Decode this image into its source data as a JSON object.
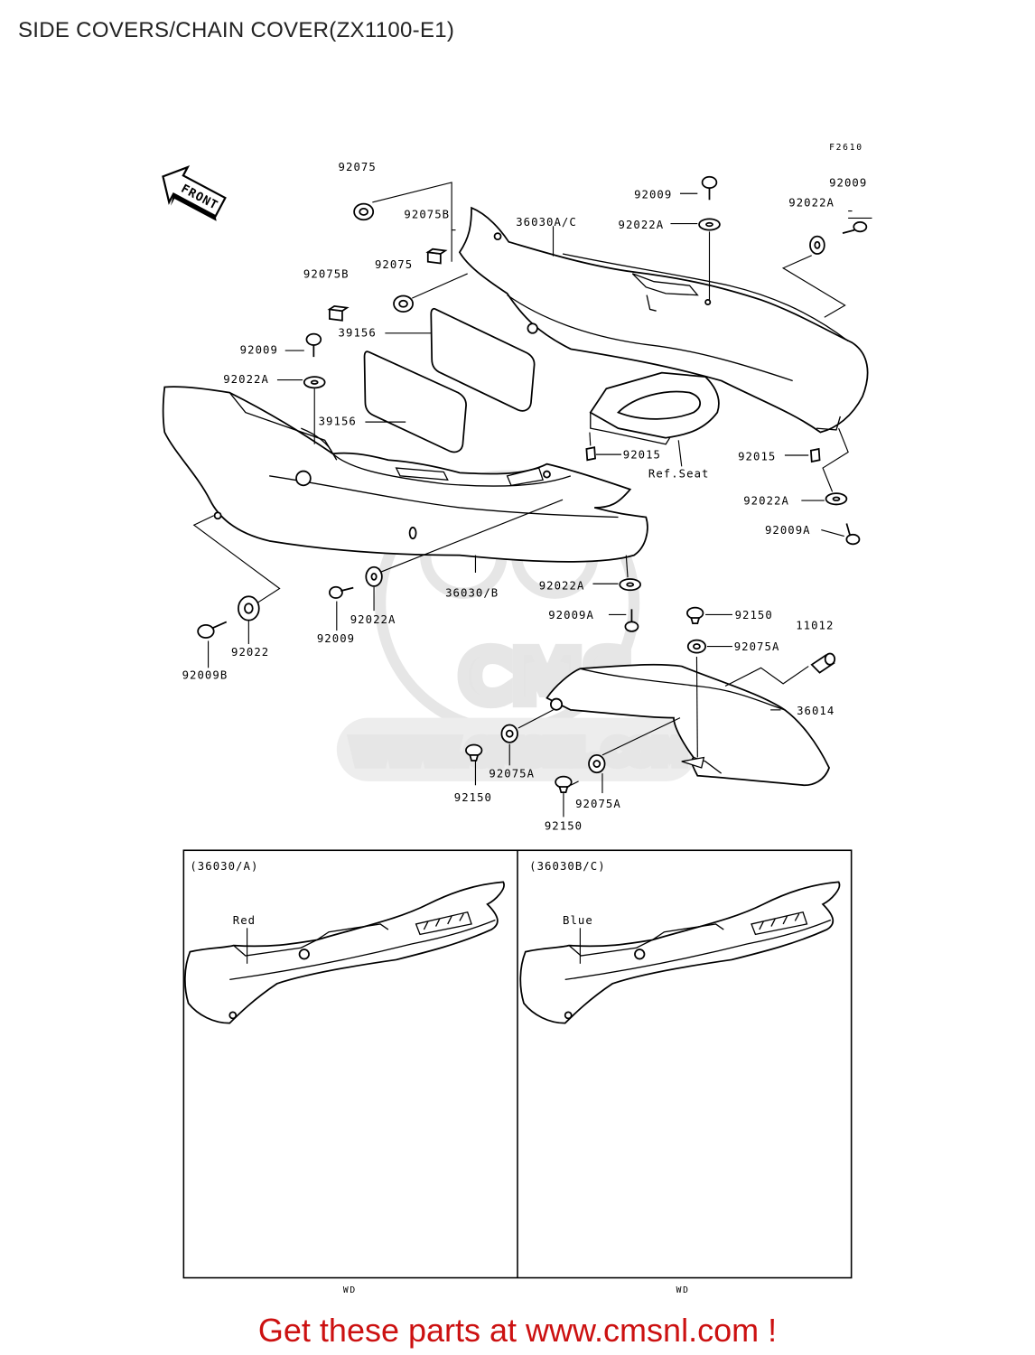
{
  "header": {
    "title": "SIDE COVERS/CHAIN COVER(ZX1100-E1)"
  },
  "figure": {
    "code": "F2610",
    "front_label": "FRONT"
  },
  "watermark": {
    "brand": "CMS",
    "url": "WWW.CMSNL.COM"
  },
  "parts": [
    {
      "id": "p0",
      "label": "92075"
    },
    {
      "id": "p1",
      "label": "92075B"
    },
    {
      "id": "p2",
      "label": "92075"
    },
    {
      "id": "p3",
      "label": "92075B"
    },
    {
      "id": "p4",
      "label": "39156"
    },
    {
      "id": "p5",
      "label": "39156"
    },
    {
      "id": "p6",
      "label": "92009"
    },
    {
      "id": "p7",
      "label": "92022A"
    },
    {
      "id": "p8",
      "label": "92009"
    },
    {
      "id": "p9",
      "label": "92022A"
    },
    {
      "id": "p10",
      "label": "36030A/C"
    },
    {
      "id": "p11",
      "label": "92009"
    },
    {
      "id": "p12",
      "label": "92022A"
    },
    {
      "id": "p13",
      "label": "92015"
    },
    {
      "id": "p14",
      "label": "Ref.Seat"
    },
    {
      "id": "p15",
      "label": "92015"
    },
    {
      "id": "p16",
      "label": "92022A"
    },
    {
      "id": "p17",
      "label": "92009A"
    },
    {
      "id": "p18",
      "label": "36030/B"
    },
    {
      "id": "p19",
      "label": "92022A"
    },
    {
      "id": "p20",
      "label": "92022A"
    },
    {
      "id": "p21",
      "label": "92009"
    },
    {
      "id": "p22",
      "label": "92022"
    },
    {
      "id": "p23",
      "label": "92009B"
    },
    {
      "id": "p24",
      "label": "92009A"
    },
    {
      "id": "p25",
      "label": "92150"
    },
    {
      "id": "p26",
      "label": "11012"
    },
    {
      "id": "p27",
      "label": "92075A"
    },
    {
      "id": "p28",
      "label": "36014"
    },
    {
      "id": "p29",
      "label": "92075A"
    },
    {
      "id": "p30",
      "label": "92150"
    },
    {
      "id": "p31",
      "label": "92075A"
    },
    {
      "id": "p32",
      "label": "92150"
    }
  ],
  "variants": {
    "left": {
      "title": "(36030/A)",
      "color": "Red",
      "footnote": "WD"
    },
    "right": {
      "title": "(36030B/C)",
      "color": "Blue",
      "footnote": "WD"
    }
  },
  "footer": {
    "link": "Get these parts at www.cmsnl.com !"
  },
  "colors": {
    "footer_link": "#cc1111",
    "watermark": "#e6e6e6"
  }
}
